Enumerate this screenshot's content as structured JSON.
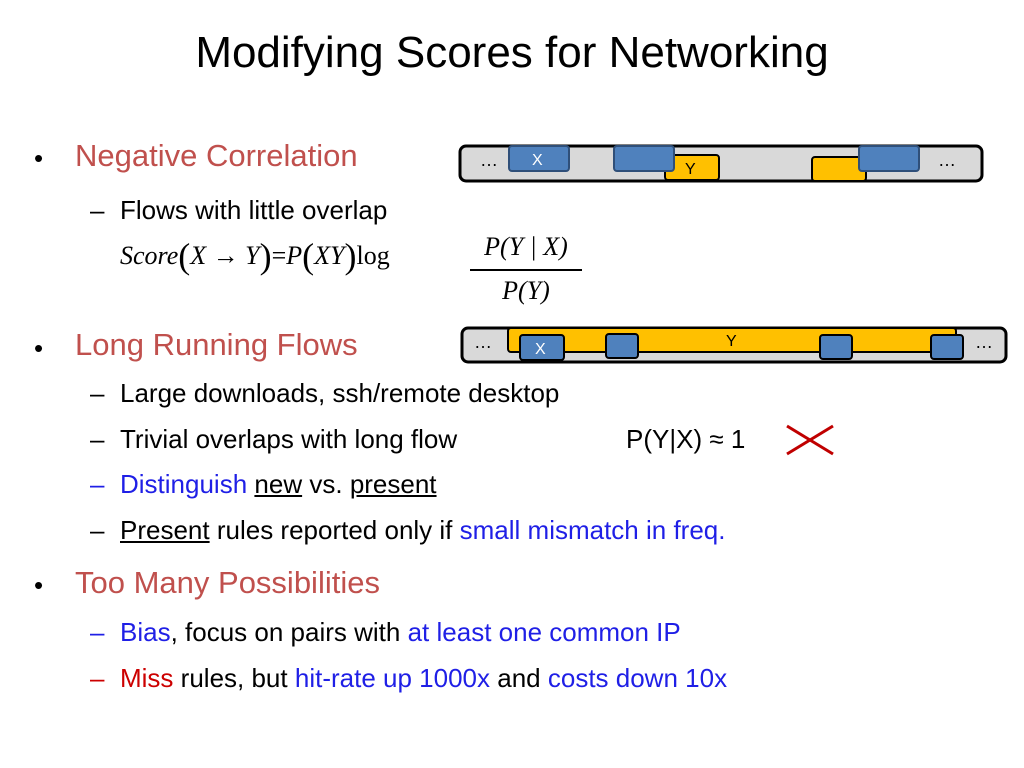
{
  "title": "Modifying Scores for Networking",
  "sections": [
    {
      "heading": "Negative Correlation",
      "items": [
        {
          "text": "Flows with little overlap"
        }
      ]
    },
    {
      "heading": "Long Running Flows",
      "items": [
        {
          "text": "Large downloads, ssh/remote desktop"
        },
        {
          "text": "Trivial overlaps with long flow",
          "note": "P(Y|X) ≈ 1"
        },
        {
          "a": "Distinguish",
          "b": "new",
          "c": "vs.",
          "d": "present"
        },
        {
          "a": "Present",
          "b": "rules reported only if",
          "c": "small mismatch in freq."
        }
      ]
    },
    {
      "heading": "Too Many Possibilities",
      "items": [
        {
          "a": "Bias",
          "b": ", focus on pairs with",
          "c": "at least one common IP"
        },
        {
          "a": "Miss",
          "b": "rules, but",
          "c": "hit-rate up 1000x",
          "d": "and",
          "e": "costs down 10x"
        }
      ]
    }
  ],
  "formula": {
    "score": "Score",
    "x": "X",
    "arrow": "→",
    "y": "Y",
    "eq": "=",
    "p": "P",
    "xy": "XY",
    "log": "log",
    "num": "P(Y | X)",
    "den": "P(Y)"
  },
  "diagram1": {
    "ellipsis_left": "…",
    "ellipsis_right": "…",
    "x_label": "X",
    "y_label": "Y"
  },
  "diagram2": {
    "ellipsis_left": "…",
    "ellipsis_right": "…",
    "x_label": "X",
    "y_label": "Y"
  },
  "colors": {
    "heading": "#C0504D",
    "blue": "#1F1FE6",
    "miss": "#CC0000",
    "block_blue": "#4F81BD",
    "block_orange": "#FFC000",
    "cross": "#C00000"
  }
}
